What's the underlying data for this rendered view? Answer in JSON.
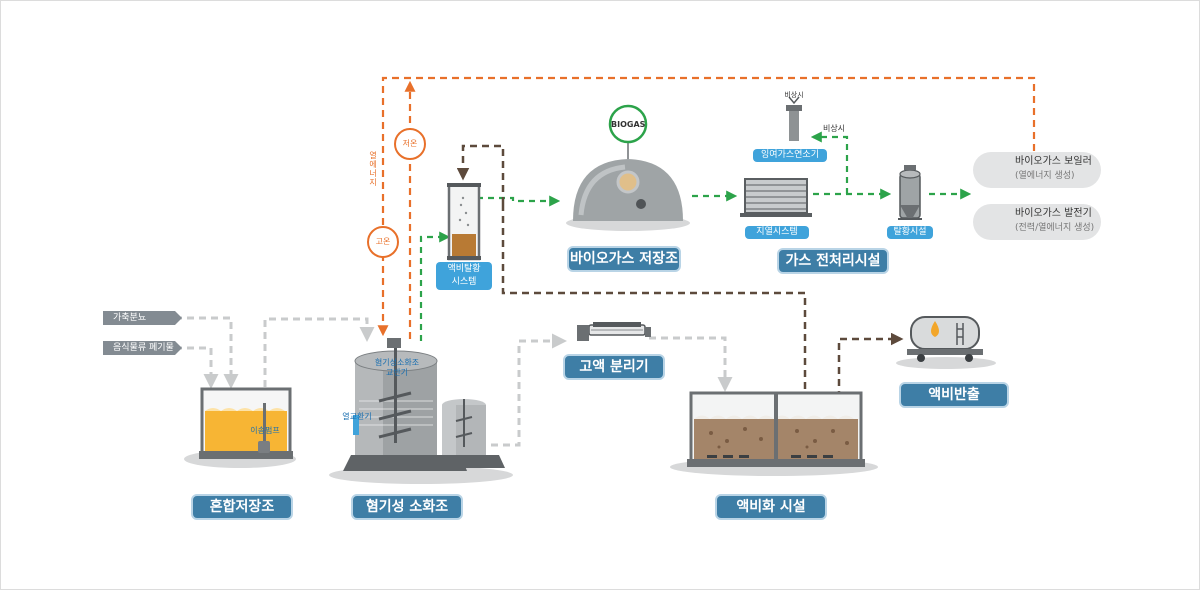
{
  "inputs": {
    "livestock_manure": "가축분뇨",
    "food_waste": "음식물류 폐기물"
  },
  "mixing_tank": {
    "label": "혼합저장조",
    "pump": "이송펌프"
  },
  "digester": {
    "label": "혐기성 소화조",
    "agitator": "혐기성소화조\n교반기",
    "heat_exchanger": "열교환기"
  },
  "heat": {
    "low_temp": "저온",
    "high_temp": "고온",
    "heat_energy": "열에너지"
  },
  "desulfurization": {
    "label": "액비탈황\n시스템"
  },
  "biogas": {
    "badge": "BIOGAS",
    "storage_label": "바이오가스 저장조"
  },
  "pretreatment": {
    "label": "가스 전처리시설",
    "flare_top": "비상시",
    "flare_arrow": "비상시",
    "flare": "잉여가스연소기",
    "dehumidifier": "지열시스템",
    "desulfurizer": "탈황시설"
  },
  "outputs": {
    "boiler": {
      "title": "바이오가스 보일러",
      "sub": "(열에너지 생성)"
    },
    "generator": {
      "title": "바이오가스 발전기",
      "sub": "(전력/열에너지 생성)"
    }
  },
  "separator": {
    "label": "고액 분리기"
  },
  "liquefaction": {
    "label": "액비화 시설"
  },
  "discharge": {
    "label": "액비반출"
  },
  "colors": {
    "heat_line": "#e8702a",
    "gas_line": "#2ca34a",
    "sludge_line": "#5d4a3c",
    "feed_line": "#c9cbcc",
    "label_blue": "#3e7ea6",
    "small_blue": "#3fa3db"
  }
}
